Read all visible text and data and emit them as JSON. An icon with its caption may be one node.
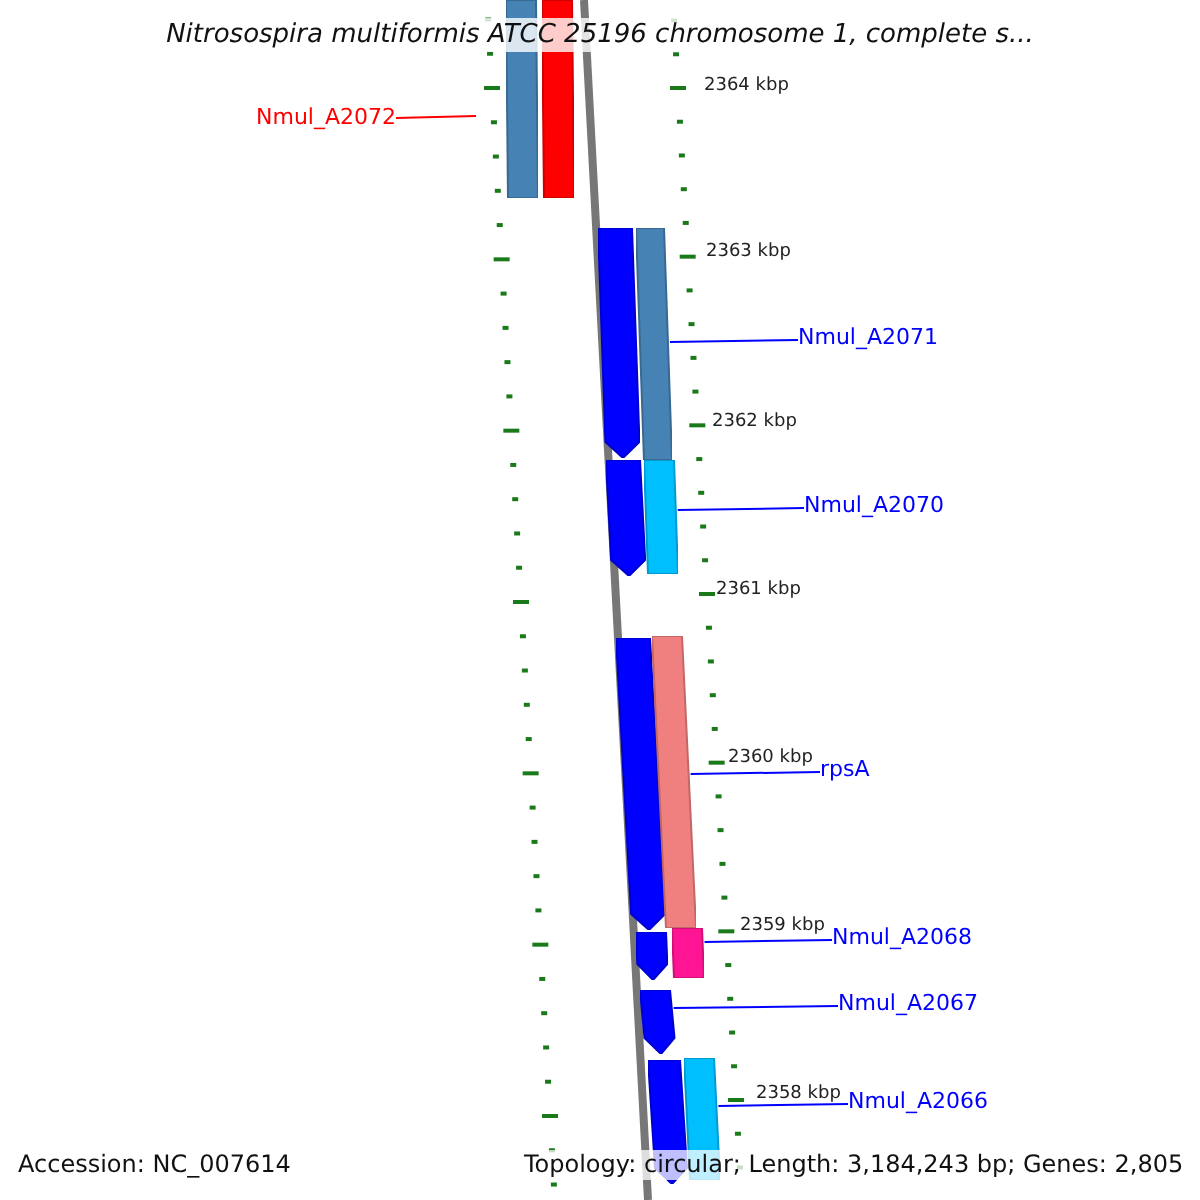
{
  "diagram": {
    "title": "Nitrosospira multiformis ATCC 25196 chromosome 1, complete s...",
    "nodes": [
      {
        "text": [
          "Nmul_A2072"
        ]
      },
      {
        "text": [
          "Nmul_A2071"
        ]
      },
      {
        "text": [
          "Nmul_A2070"
        ]
      },
      {
        "text": [
          "rpsA"
        ]
      },
      {
        "text": [
          "Nmul_A2068"
        ]
      },
      {
        "text": [
          "Nmul_A2067"
        ]
      },
      {
        "text": [
          "Nmul_A2066"
        ]
      },
      {
        "text": [],
        "shape": "bar"
      },
      {
        "text": [],
        "shape": "bar"
      },
      {
        "text": [],
        "shape": "arrow"
      },
      {
        "text": [],
        "shape": "bar"
      },
      {
        "text": [],
        "shape": "arrow"
      },
      {
        "text": [],
        "shape": "bar"
      },
      {
        "text": [],
        "shape": "arrow"
      },
      {
        "text": [],
        "shape": "bar"
      },
      {
        "text": [],
        "shape": "arrow"
      },
      {
        "text": [],
        "shape": "bar"
      },
      {
        "text": [],
        "shape": "arrow"
      },
      {
        "text": [],
        "shape": "arrow"
      },
      {
        "text": [],
        "shape": "bar"
      }
    ],
    "edges": [
      {
        "from": 0,
        "to": null,
        "arrow": "none",
        "color": "#ff0000"
      },
      {
        "from": 1,
        "to": 10,
        "arrow": "none"
      },
      {
        "from": 2,
        "to": 12,
        "arrow": "none"
      },
      {
        "from": 3,
        "to": 14,
        "arrow": "none"
      },
      {
        "from": 4,
        "to": 16,
        "arrow": "none"
      },
      {
        "from": 5,
        "to": 17,
        "arrow": "none"
      },
      {
        "from": 6,
        "to": 19,
        "arrow": "none"
      }
    ],
    "labels": [
      "2364 kbp",
      "2363 kbp",
      "2362 kbp",
      "2361 kbp",
      "2360 kbp",
      "2359 kbp",
      "2358 kbp",
      "Accession: NC_007614",
      "Topology: circular; Length: 3,184,243 bp; Genes: 2,805"
    ]
  }
}
